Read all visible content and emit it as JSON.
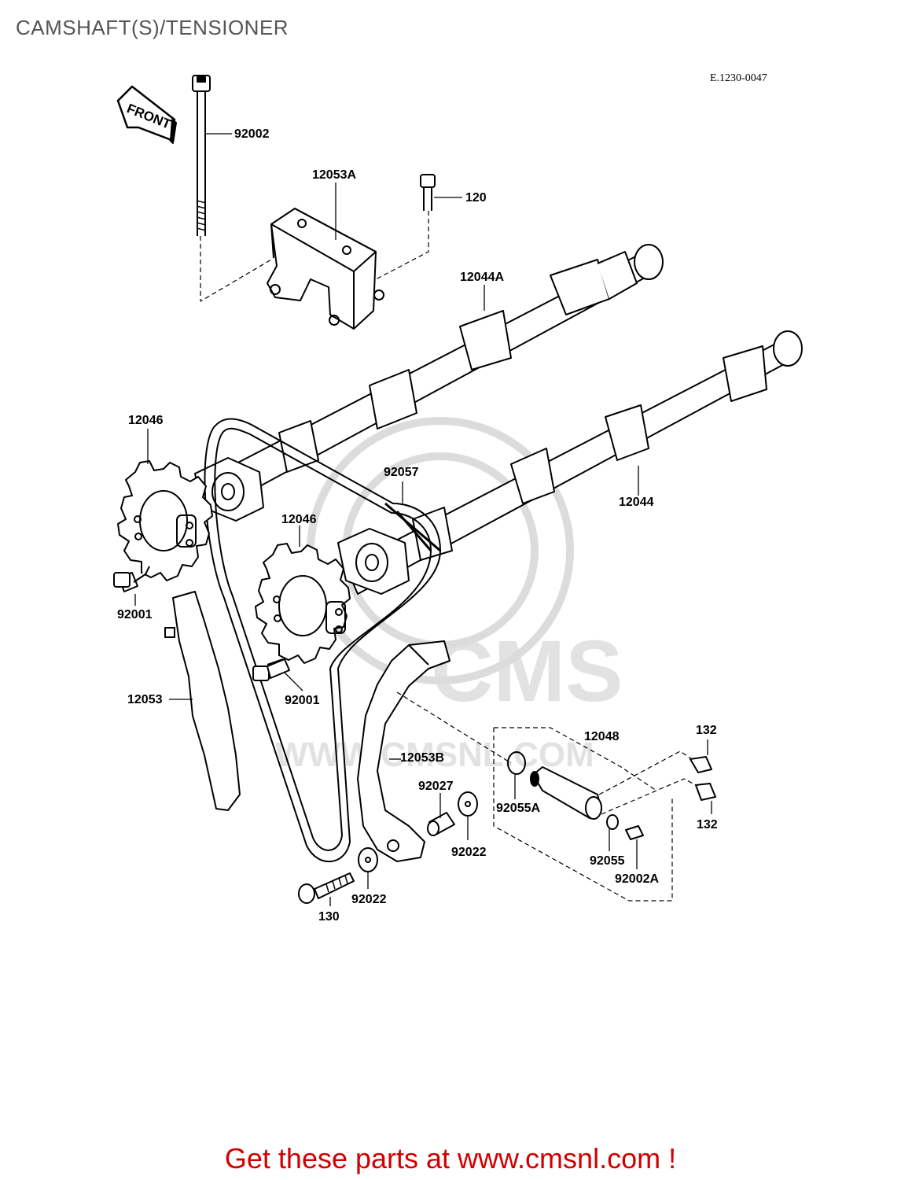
{
  "page": {
    "title": "CAMSHAFT(S)/TENSIONER",
    "diagram_code": "E.1230-0047",
    "front_marker": "FRONT",
    "watermark": {
      "brand": "CMS",
      "site": "WWW.CMSNL.COM"
    },
    "footer_link": "Get these parts at www.cmsnl.com !"
  },
  "parts": [
    {
      "number": "92002"
    },
    {
      "number": "12053A"
    },
    {
      "number": "120"
    },
    {
      "number": "12044A"
    },
    {
      "number": "12046"
    },
    {
      "number": "92057"
    },
    {
      "number": "12044"
    },
    {
      "number": "12046"
    },
    {
      "number": "92001"
    },
    {
      "number": "92001"
    },
    {
      "number": "12053"
    },
    {
      "number": "12053B"
    },
    {
      "number": "12048"
    },
    {
      "number": "132"
    },
    {
      "number": "132"
    },
    {
      "number": "92027"
    },
    {
      "number": "92055A"
    },
    {
      "number": "92022"
    },
    {
      "number": "92055"
    },
    {
      "number": "92002A"
    },
    {
      "number": "92022"
    },
    {
      "number": "130"
    }
  ]
}
